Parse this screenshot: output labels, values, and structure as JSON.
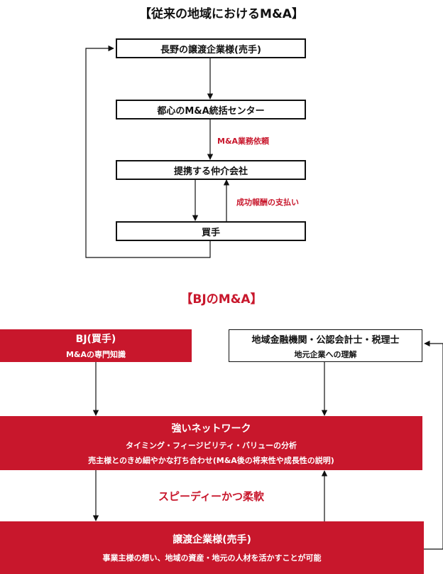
{
  "colors": {
    "accent": "#c8172c",
    "line": "#111111"
  },
  "traditional": {
    "title": "【従来の地域におけるM&A】",
    "nodes": {
      "seller": "長野の譲渡企業様(売手)",
      "center": "都心のM&A統括センター",
      "agency": "提携する仲介会社",
      "buyer": "買手"
    },
    "edges": {
      "center_to_agency": "M&A業務依頼",
      "buyer_to_agency": "成功報酬の支払い"
    }
  },
  "bj": {
    "title": "【BJのM&A】",
    "bj_box": {
      "title": "BJ(買手)",
      "subtitle": "M&Aの専門知識"
    },
    "partners_box": {
      "title": "地域金融機関・公認会計士・税理士",
      "subtitle": "地元企業への理解"
    },
    "network_box": {
      "title": "強いネットワーク",
      "line1": "タイミング・フィージビリティ・バリューの分析",
      "line2": "売主様とのきめ細やかな打ち合わせ(M&A後の将来性や成長性の説明)"
    },
    "speedy_label": "スピーディーかつ柔軟",
    "seller_box": {
      "title": "譲渡企業様(売手)",
      "subtitle": "事業主様の想い、地域の資産・地元の人材を活かすことが可能"
    }
  }
}
